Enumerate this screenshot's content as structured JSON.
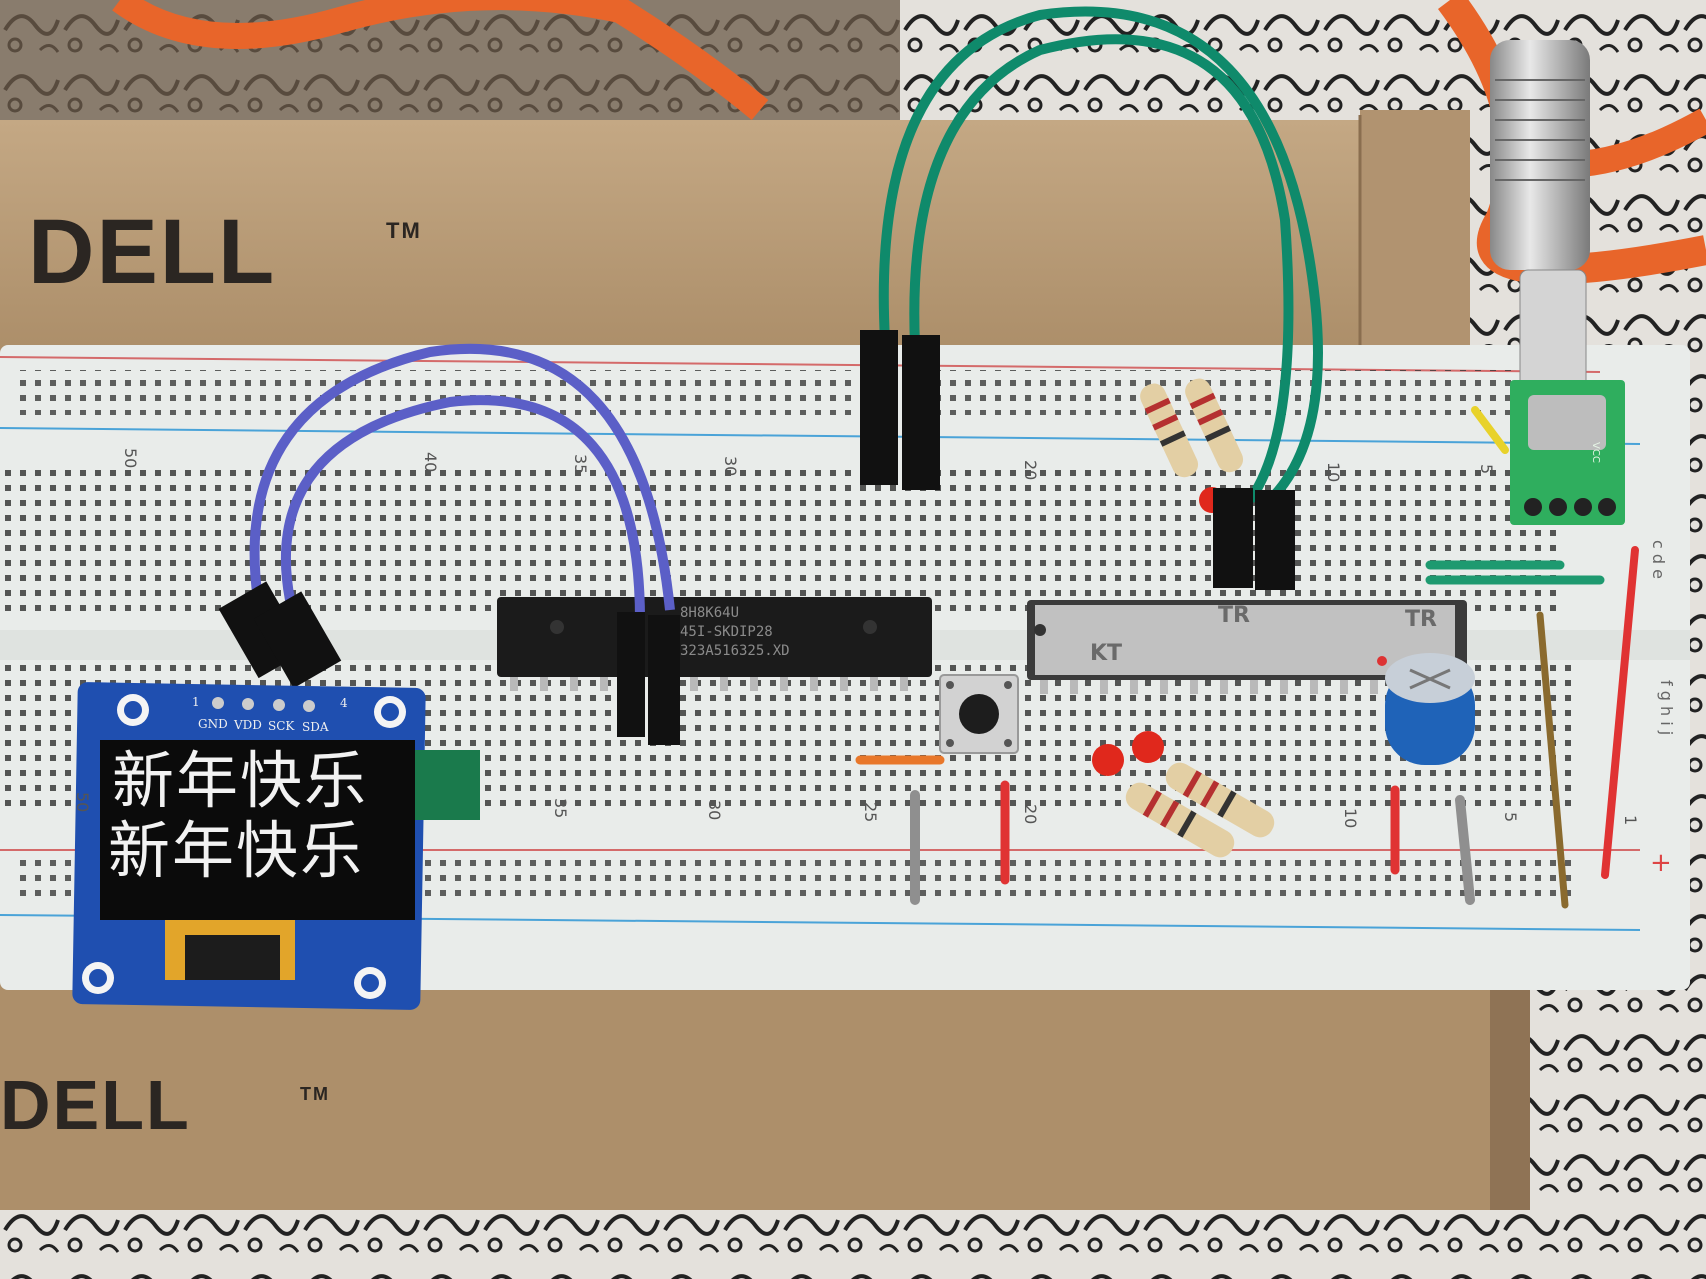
{
  "box": {
    "logo_top": "DELL",
    "trademark_top": "TM",
    "logo_bottom": "DELL",
    "trademark_bottom": "TM"
  },
  "oled": {
    "line1": "新年快乐",
    "line2": "新年快乐",
    "pins": [
      "GND",
      "VDD",
      "SCK",
      "SDA"
    ],
    "pin_first": "1",
    "pin_last": "4"
  },
  "chip_left": {
    "line1": "8H8K64U",
    "line2": "45I-SKDIP28",
    "line3": "323A516325.XD"
  },
  "chip_right": {
    "mark1": "TR",
    "mark2": "TR",
    "mark3": "KT"
  },
  "breadboard": {
    "upper_columns": [
      "50",
      "40",
      "35",
      "30",
      "20",
      "10",
      "5"
    ],
    "lower_columns": [
      "50",
      "35",
      "30",
      "25",
      "20",
      "10",
      "5",
      "1"
    ],
    "upper_rows": "c d e",
    "lower_rows": "f g h i j",
    "rail_plus": "+"
  },
  "usb_board": {
    "label": "VCC"
  },
  "colors": {
    "breadboard": "#e9ecea",
    "box": "#b79c78",
    "wire_blue": "#5b5fc7",
    "wire_green": "#0f8a6b",
    "cable_orange": "#e8652a",
    "oled_pcb": "#1f4fb0"
  }
}
